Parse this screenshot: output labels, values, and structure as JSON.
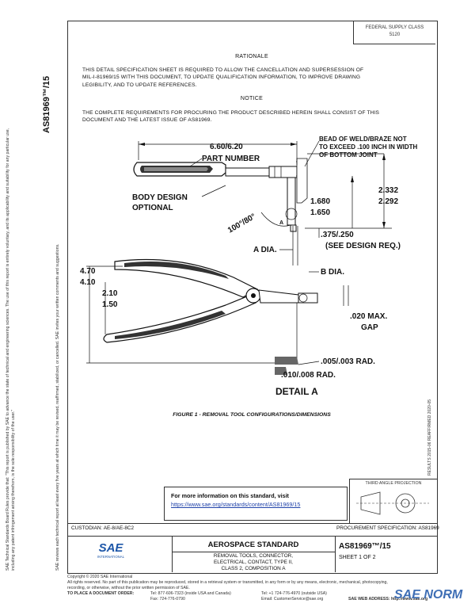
{
  "fsc_box": {
    "line1": "FEDERAL SUPPLY CLASS",
    "line2": "5120"
  },
  "side_code": "AS81969™/15",
  "left_notice_1": "SAE Technical Standards Board Rules provide that: \"This report is published by SAE to advance the state of technical and engineering sciences. The use of this report is entirely voluntary, and its applicability and suitability for any particular use, including any patent infringement arising therefrom, is the sole responsibility of the user.\"",
  "left_notice_2": "SAE reviews each technical report at least every five years at which time it may be revised, reaffirmed, stabilized, or cancelled. SAE invites your written comments and suggestions.",
  "rationale": {
    "heading": "RATIONALE",
    "line1": "THIS DETAIL SPECIFICATION SHEET IS REQUIRED TO ALLOW THE CANCELLATION AND SUPERSESSION OF",
    "line2": "MIL-I-81969/15 WITH THIS DOCUMENT, TO UPDATE QUALIFICATION INFORMATION, TO IMPROVE DRAWING",
    "line3": "LEGIBILITY, AND TO UPDATE REFERENCES."
  },
  "notice": {
    "heading": "NOTICE",
    "line1": "THE COMPLETE REQUIREMENTS FOR PROCURING THE PRODUCT DESCRIBED HEREIN SHALL CONSIST OF THIS",
    "line2": "DOCUMENT AND THE LATEST ISSUE OF AS81969."
  },
  "drawing": {
    "bead_note_1": "BEAD OF WELD/BRAZE NOT",
    "bead_note_2": "TO EXCEED .100 INCH IN WIDTH",
    "bead_note_3": "OF BOTTOM JOINT",
    "length": "6.60/6.20",
    "part_number": "PART NUMBER",
    "body_design_1": "BODY DESIGN",
    "body_design_2": "OPTIONAL",
    "dim_2332": "2.332",
    "dim_2292": "2.292",
    "dim_1680": "1.680",
    "dim_1650": "1.650",
    "angle": "100°/80°",
    "dia_375": ".375/.250",
    "see_design": "(SEE DESIGN REQ.)",
    "a_dia": "A DIA.",
    "b_dia": "B DIA.",
    "dim_470": "4.70",
    "dim_410": "4.10",
    "dim_210": "2.10",
    "dim_150": "1.50",
    "gap_1": ".020 MAX.",
    "gap_2": "GAP",
    "rad_1": ".005/.003 RAD.",
    "rad_2": ".010/.008 RAD.",
    "detail": "DETAIL A",
    "marker_a": "A"
  },
  "figure_caption": "FIGURE 1 - REMOVAL TOOL CONFIGURATIONS/DIMENSIONS",
  "right_side_text": "RESULTS 2015-06   REAFFIRMED 2020-05",
  "info_box": {
    "line1": "For more information on this standard, visit",
    "link": "https://www.sae.org/standards/content/AS81969/15"
  },
  "third_angle": "THIRD ANGLE PROJECTION",
  "custodian": "CUSTODIAN: AE-8/AE-8C2",
  "procurement": "PROCUREMENT SPECIFICATION: AS81969",
  "aerospace_standard": "AEROSPACE STANDARD",
  "title_1": "REMOVAL TOOLS, CONNECTOR,",
  "title_2": "ELECTRICAL, CONTACT, TYPE II,",
  "title_3": "CLASS 2, COMPOSITION A",
  "doc_number": "AS81969™/15",
  "sheet": "SHEET 1 OF 2",
  "sae_logo": "SAE",
  "sae_sub": "INTERNATIONAL",
  "footer": {
    "copyright": "Copyright © 2020 SAE International",
    "rights": "All rights reserved. No part of this publication may be reproduced, stored in a retrieval system or transmitted, in any form or by any means, electronic, mechanical, photocopying,",
    "rights2": "recording, or otherwise, without the prior written permission of SAE.",
    "order_label": "TO PLACE A DOCUMENT ORDER:",
    "tel": "Tel: 877-606-7323 (inside USA and Canada)",
    "tel2": "Tel: +1 724-776-4970 (outside USA)",
    "fax": "Fax: 724-776-0790",
    "email": "Email: CustomerService@sae.org",
    "web": "SAE WEB ADDRESS: http://www.sae.org"
  },
  "watermark": "SAE NORM"
}
